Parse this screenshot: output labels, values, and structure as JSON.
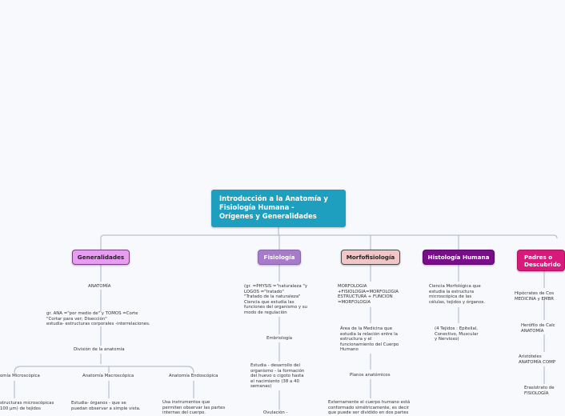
{
  "root": {
    "lines": [
      "Introducción a la Anatomía y",
      "Fisiología  Humana -",
      "Orígenes y Generalidades"
    ],
    "color": "#1e9fc0"
  },
  "topics": {
    "generalidades": "Generalidades",
    "fisiologia": "Fisiología",
    "morfofisiologia": "Morfofisiología",
    "histologia": "Histología Humana",
    "padres": "Padres o\nDescubrido"
  },
  "generalidades": {
    "anatomia": "ANATOMÍA",
    "definicion": "gr. ANA =\"por medio de\" y TOMOS =Corte\n\"Cortar para ver; Disección\"\n estudia- estructuras corporales -interrelaciones.",
    "division": "División de la anatomía",
    "microscopica": "omía Microscópica",
    "macroscopica": "Anatomía Macroscópica",
    "endoscopica": "Anatomía Endoscópica",
    "micro_desc": "structuras microscópicas\n100 µm) de tejidos",
    "macro_desc": "Estudia- órganos -  que se\npuedan observar a simple vista.",
    "endo_desc": "Usa instrumentos que\npermiten observar las partes\ninternas del cuerpo."
  },
  "fisiologia": {
    "definicion": "(gr.  =PHYSIS =\"naturaleza \"y\nLOGOS =\"tratado\"\n\"Tratado de la naturaleza\"\n  Ciencia que estudia las\nfunciones del organismo y su\nmodo de regulación",
    "embriologia": "Embriología",
    "embrio_desc": "Estudia - desarrollo del\norganismo - la formación\ndel huevo o cigoto hasta\nel nacimiento (38 a 40\nsemanas)",
    "ovulacion": "Ovulación -"
  },
  "morfofisiologia": {
    "formula": "MORFOLOGIA\n+FISIOLOGIA=MORFOLOGIA\nESTRUCTURA + FUNCION\n=MORFOLOGIA",
    "area": "Área de la Medicina que\nestudia la relación entre la\nestructura y el\nfuncionamiento del Cuerpo\nHumano",
    "planos": "Planos anatómicos",
    "externo": "Externamente el cuerpo humano está\nconformado simétricamente, es decir\nque puede ser dividido en dos partes"
  },
  "histologia": {
    "desc": "Ciencia Morfológica que\nestudia la estructura\nmicroscópica de las\ncélulas, tejidos y órganos.",
    "tejidos": "(4 Tejidos : Epitelial,\nConectivo, Muscular\ny Nervioso)"
  },
  "padres": {
    "hipocrates": "Hipócrates de Cos\n  MEDICINA y EMBR",
    "herofilo": "Herófilo de Calc\n  ANATOMÍA",
    "aristoteles": "Aristóteles\n  ANATOMÍA COMP",
    "erasistrato": "Erasístrato de \n  FISIOLOGÍA"
  }
}
